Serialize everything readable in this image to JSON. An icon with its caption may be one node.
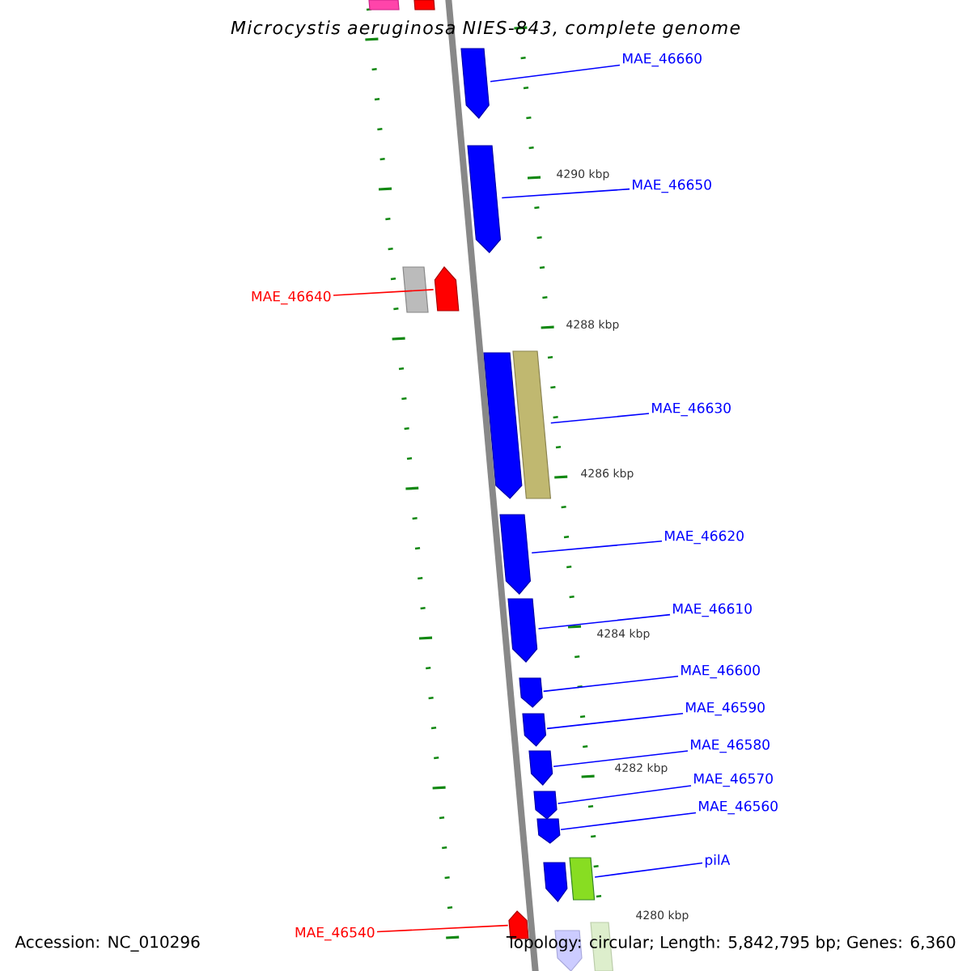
{
  "diagram": {
    "title": "Microcystis aeruginosa NIES-843, complete genome",
    "nodes": [
      {
        "text": [
          "MAE_46660"
        ]
      },
      {
        "text": [
          "MAE_46650"
        ]
      },
      {
        "text": [
          "MAE_46640"
        ]
      },
      {
        "text": [
          "MAE_46630"
        ]
      },
      {
        "text": [
          "MAE_46620"
        ]
      },
      {
        "text": [
          "MAE_46610"
        ]
      },
      {
        "text": [
          "MAE_46600"
        ]
      },
      {
        "text": [
          "MAE_46590"
        ]
      },
      {
        "text": [
          "MAE_46580"
        ]
      },
      {
        "text": [
          "MAE_46570"
        ]
      },
      {
        "text": [
          "MAE_46560"
        ]
      },
      {
        "text": [
          "pilA"
        ]
      },
      {
        "text": [
          "MAE_46540"
        ]
      },
      {
        "text": [],
        "shape": "arrow"
      },
      {
        "text": [],
        "shape": "arrow"
      },
      {
        "text": [],
        "shape": "arrow"
      },
      {
        "text": [],
        "shape": "bar"
      },
      {
        "text": [],
        "shape": "arrow"
      },
      {
        "text": [],
        "shape": "arrow"
      },
      {
        "text": [],
        "shape": "arrow"
      },
      {
        "text": [],
        "shape": "arrow"
      },
      {
        "text": [],
        "shape": "arrow"
      },
      {
        "text": [],
        "shape": "arrow"
      },
      {
        "text": [],
        "shape": "arrow"
      },
      {
        "text": [],
        "shape": "bar"
      },
      {
        "text": [],
        "shape": "arrow"
      },
      {
        "text": [],
        "shape": "arrow"
      },
      {
        "text": [],
        "shape": "bar"
      },
      {
        "text": [],
        "shape": "arrow"
      },
      {
        "text": [],
        "shape": "bar"
      },
      {
        "text": [],
        "shape": "bar"
      },
      {
        "text": [],
        "shape": "arrow"
      },
      {
        "text": [],
        "shape": "bar"
      }
    ],
    "edges": [
      {
        "from": 0,
        "to": 13,
        "arrow": "none"
      },
      {
        "from": 1,
        "to": 14,
        "arrow": "none"
      },
      {
        "from": 2,
        "to": 15,
        "arrow": "none",
        "color": "#ff0000"
      },
      {
        "from": 3,
        "to": 16,
        "arrow": "none"
      },
      {
        "from": 4,
        "to": 17,
        "arrow": "none"
      },
      {
        "from": 5,
        "to": 18,
        "arrow": "none"
      },
      {
        "from": 6,
        "to": 19,
        "arrow": "none"
      },
      {
        "from": 7,
        "to": 20,
        "arrow": "none"
      },
      {
        "from": 8,
        "to": 21,
        "arrow": "none"
      },
      {
        "from": 9,
        "to": 22,
        "arrow": "none"
      },
      {
        "from": 10,
        "to": 23,
        "arrow": "none"
      },
      {
        "from": 11,
        "to": 24,
        "arrow": "none"
      },
      {
        "from": 12,
        "to": 25,
        "arrow": "none",
        "color": "#ff0000"
      }
    ],
    "labels": [
      "4290 kbp",
      "4288 kbp",
      "4286 kbp",
      "4284 kbp",
      "4282 kbp",
      "4280 kbp",
      "Accession: NC_010296",
      "Topology: circular; Length: 5,842,795 bp; Genes: 6,360"
    ]
  }
}
